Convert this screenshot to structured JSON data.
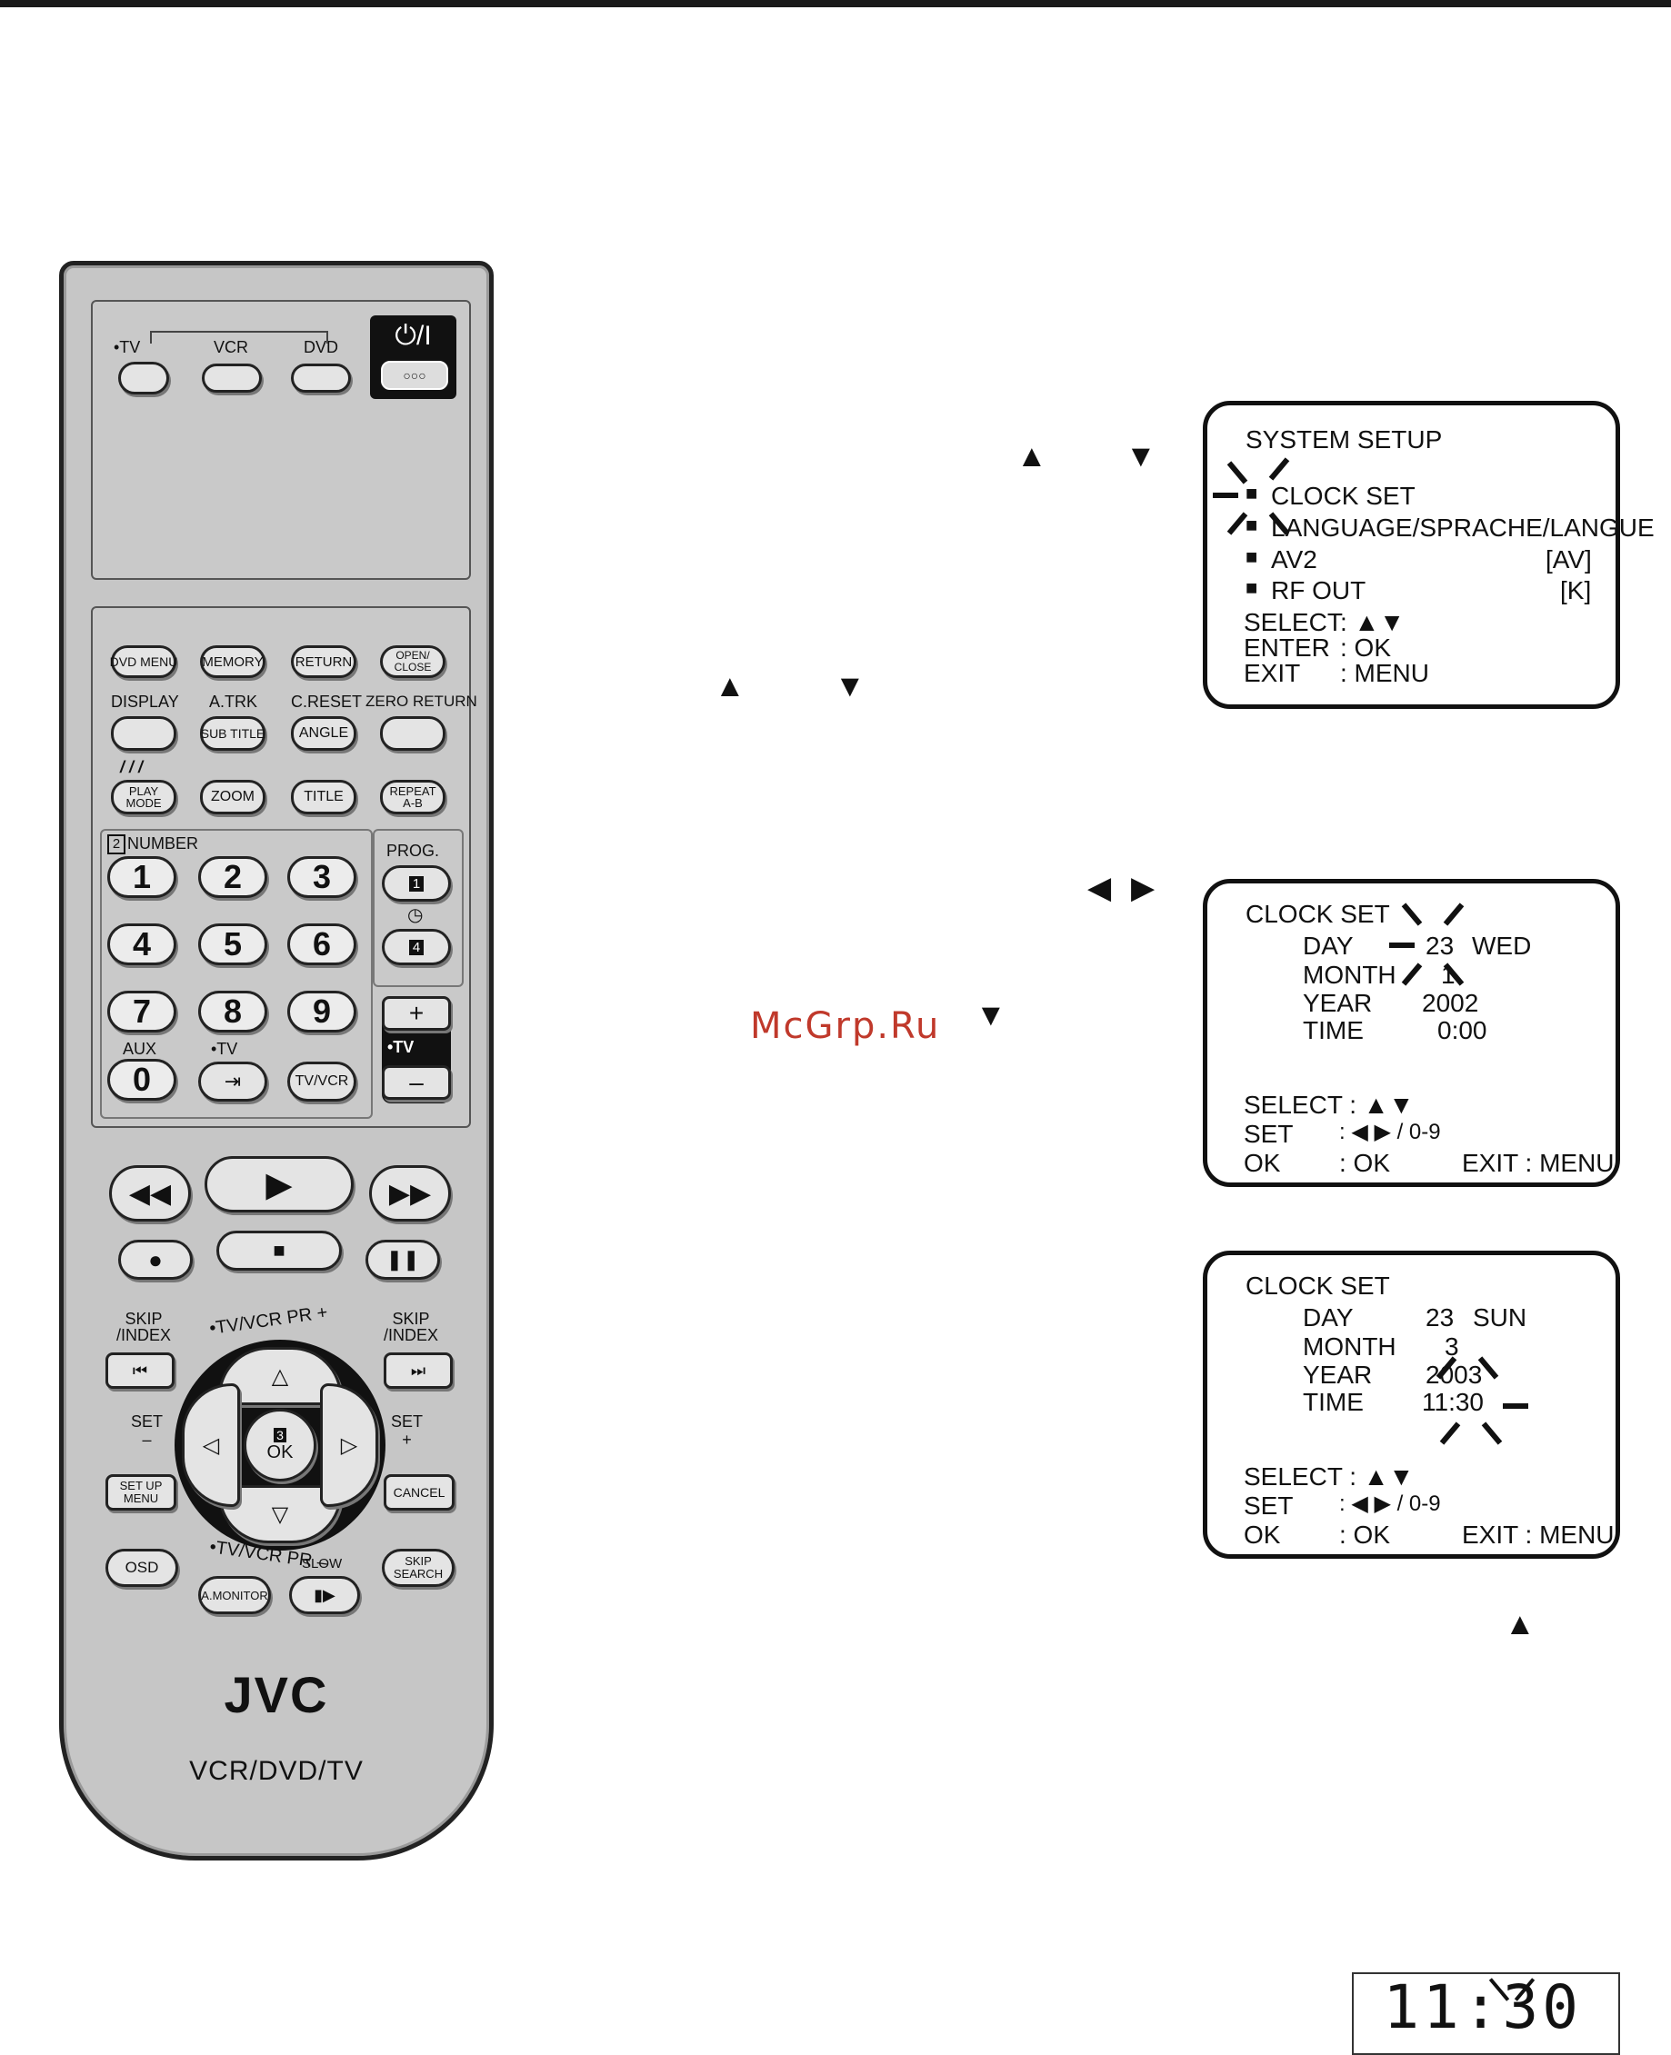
{
  "watermark": "McGrp.Ru",
  "remote": {
    "mode_tv": "•TV",
    "mode_vcr": "VCR",
    "mode_dvd": "DVD",
    "power_symbol": "⏻/I",
    "power_dots": "○○○",
    "dvd_menu": "DVD MENU",
    "memory": "MEMORY",
    "return": "RETURN",
    "open_close": "OPEN/\nCLOSE",
    "display": "DISPLAY",
    "atrk": "A.TRK",
    "creset": "C.RESET",
    "zero_return": "ZERO RETURN",
    "sub_title": "SUB TITLE",
    "angle": "ANGLE",
    "play_mode": "PLAY MODE",
    "zoom": "ZOOM",
    "title": "TITLE",
    "repeat": "REPEAT A-B",
    "number_label": "NUMBER",
    "number_badge": "2",
    "prog": "PROG.",
    "prog_badge1": "1",
    "prog_badge4": "4",
    "digits": [
      "1",
      "2",
      "3",
      "4",
      "5",
      "6",
      "7",
      "8",
      "9",
      "0"
    ],
    "aux": "AUX",
    "tv_dot": "•TV",
    "tvvcr": "TV/VCR",
    "vol_plus": "+",
    "vol_minus": "–",
    "vol_tv": "•TV",
    "skip_index_l": "SKIP\n/INDEX",
    "skip_index_r": "SKIP\n/INDEX",
    "tvvcr_pr_plus": "•TV/VCR PR +",
    "tvvcr_pr_minus": "•TV/VCR PR –",
    "set_minus": "SET\n–",
    "set_plus": "SET\n+",
    "ok_badge": "3",
    "ok": "OK",
    "setup_menu": "SET UP\nMENU",
    "cancel": "CANCEL",
    "osd": "OSD",
    "amonitor": "A.MONITOR",
    "slow": "SLOW",
    "skip_search": "SKIP\nSEARCH",
    "brand": "JVC",
    "model": "VCR/DVD/TV"
  },
  "osd1": {
    "title": "SYSTEM SETUP",
    "items": [
      "CLOCK SET",
      "LANGUAGE/SPRACHE/LANGUE",
      "AV2",
      "RF OUT"
    ],
    "av2_value": "[AV]",
    "rfout_value": "[K]",
    "select": "SELECT",
    "enter": "ENTER",
    "exit": "EXIT",
    "select_val": ": ▲▼",
    "enter_val": ": OK",
    "exit_val": ": MENU"
  },
  "osd2": {
    "title": "CLOCK SET",
    "day": "DAY",
    "month": "MONTH",
    "year": "YEAR",
    "time": "TIME",
    "day_val": "23",
    "weekday": "WED",
    "month_val": "1",
    "year_val": "2002",
    "time_val": "0:00",
    "select": "SELECT : ▲▼",
    "set": "SET",
    "set_val": ": ◀ ▶ / 0-9",
    "ok": "OK",
    "ok_val": ": OK",
    "exit": "EXIT : MENU"
  },
  "osd3": {
    "title": "CLOCK SET",
    "day": "DAY",
    "month": "MONTH",
    "year": "YEAR",
    "time": "TIME",
    "day_val": "23",
    "weekday": "SUN",
    "month_val": "3",
    "year_val": "2003",
    "time_val": "11:30",
    "select": "SELECT : ▲▼",
    "set": "SET",
    "set_val": ": ◀ ▶ / 0-9",
    "ok": "OK",
    "ok_val": ": OK",
    "exit": "EXIT : MENU"
  },
  "arrows": {
    "up": "▲",
    "down": "▼",
    "left": "◀",
    "right": "▶"
  },
  "lcd": {
    "time": "11:30"
  }
}
